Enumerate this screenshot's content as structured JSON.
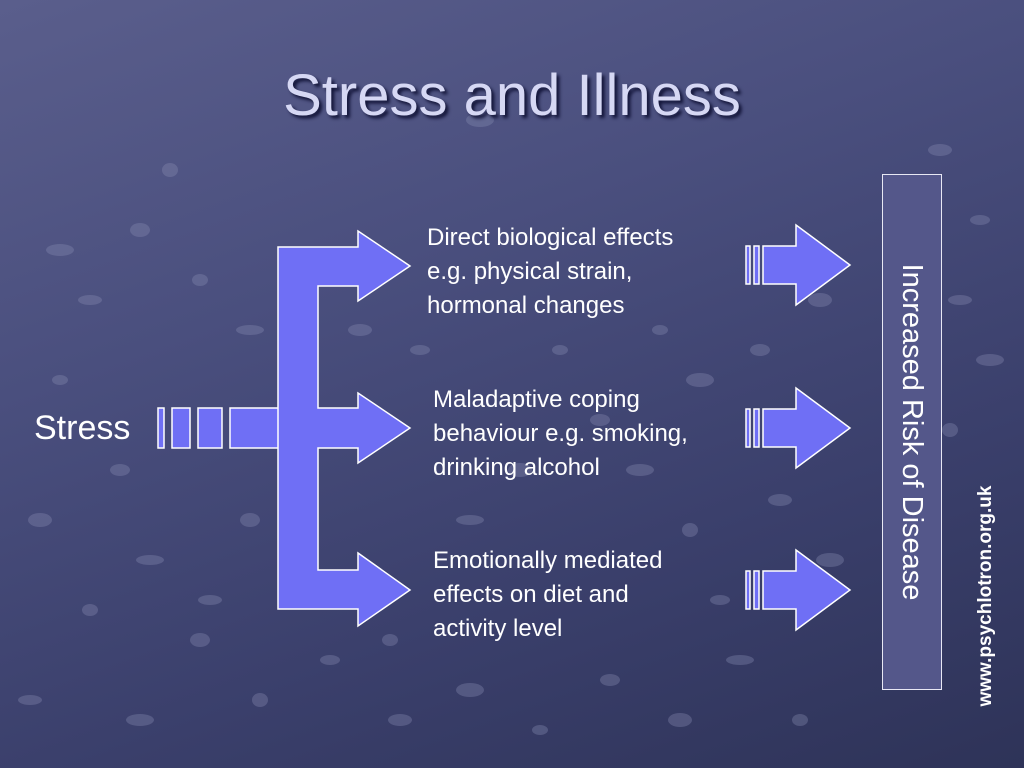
{
  "slide": {
    "title": "Stress and Illness",
    "source": "Stress",
    "outcome": "Increased Risk of Disease",
    "watermark": "www.psychlotron.org.uk"
  },
  "pathways": [
    {
      "lines": [
        "Direct biological effects",
        "e.g. physical strain,",
        "hormonal changes"
      ]
    },
    {
      "lines": [
        "Maladaptive coping",
        "behaviour e.g. smoking,",
        "drinking alcohol"
      ]
    },
    {
      "lines": [
        "Emotionally mediated",
        "effects on diet and",
        "activity level"
      ]
    }
  ],
  "colors": {
    "arrow_fill": "#6f6ff5",
    "arrow_stroke": "#ffffff",
    "title_color": "#d6d8f4",
    "box_fill": "#54578a"
  }
}
